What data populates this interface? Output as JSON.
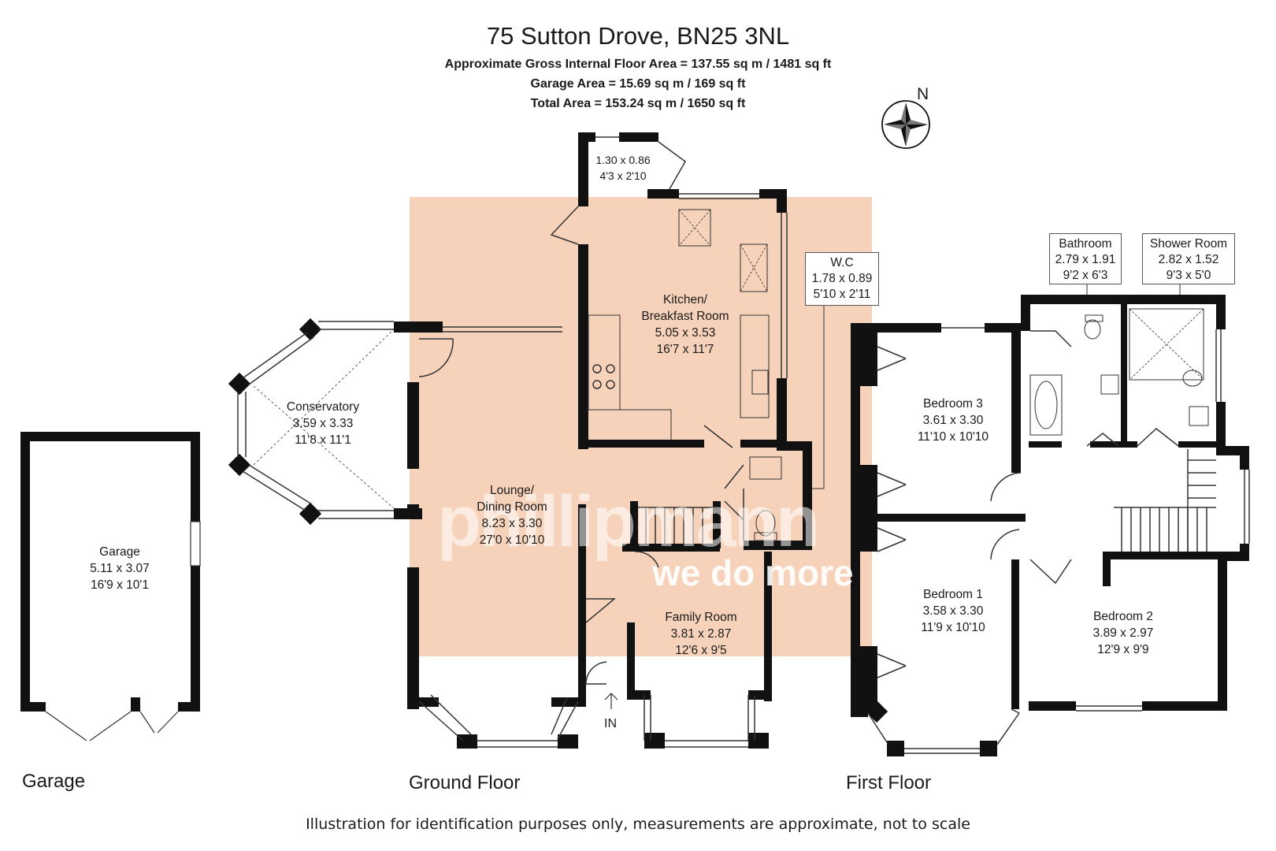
{
  "header": {
    "address": "75 Sutton Drove, BN25 3NL",
    "gross_area": "Approximate Gross Internal Floor Area = 137.55 sq m / 1481 sq ft",
    "garage_area": "Garage Area = 15.69 sq m / 169 sq ft",
    "total_area": "Total Area = 153.24 sq m / 1650 sq ft"
  },
  "compass": {
    "north_label": "N"
  },
  "floors": {
    "garage": "Garage",
    "ground": "Ground Floor",
    "first": "First Floor"
  },
  "rooms": {
    "garage": {
      "name": "Garage",
      "metric": "5.11 x 3.07",
      "imperial": "16'9 x 10'1"
    },
    "conservatory": {
      "name": "Conservatory",
      "metric": "3.59 x 3.33",
      "imperial": "11'8 x 11'1"
    },
    "lounge": {
      "name1": "Lounge/",
      "name2": "Dining Room",
      "metric": "8.23 x 3.30",
      "imperial": "27'0 x 10'10"
    },
    "kitchen": {
      "name1": "Kitchen/",
      "name2": "Breakfast Room",
      "metric": "5.05 x 3.53",
      "imperial": "16'7 x 11'7"
    },
    "store": {
      "metric": "1.30 x 0.86",
      "imperial": "4'3 x 2'10"
    },
    "wc": {
      "name": "W.C",
      "metric": "1.78 x 0.89",
      "imperial": "5'10 x 2'11"
    },
    "family": {
      "name": "Family Room",
      "metric": "3.81 x 2.87",
      "imperial": "12'6 x 9'5"
    },
    "bedroom3": {
      "name": "Bedroom 3",
      "metric": "3.61 x 3.30",
      "imperial": "11'10 x 10'10"
    },
    "bedroom1": {
      "name": "Bedroom 1",
      "metric": "3.58 x 3.30",
      "imperial": "11'9 x 10'10"
    },
    "bedroom2": {
      "name": "Bedroom 2",
      "metric": "3.89 x 2.97",
      "imperial": "12'9 x 9'9"
    },
    "bathroom": {
      "name": "Bathroom",
      "metric": "2.79 x 1.91",
      "imperial": "9'2 x 6'3"
    },
    "shower": {
      "name": "Shower Room",
      "metric": "2.82 x 1.52",
      "imperial": "9'3 x 5'0"
    }
  },
  "entrance": {
    "label": "IN"
  },
  "watermark": {
    "brand": "phillipmann",
    "tagline": "we do more"
  },
  "disclaimer": "Illustration for identification purposes only, measurements are approximate, not to scale",
  "colors": {
    "highlight": "#f6d2bb",
    "wall": "#111111",
    "text": "#1a1a1a"
  }
}
